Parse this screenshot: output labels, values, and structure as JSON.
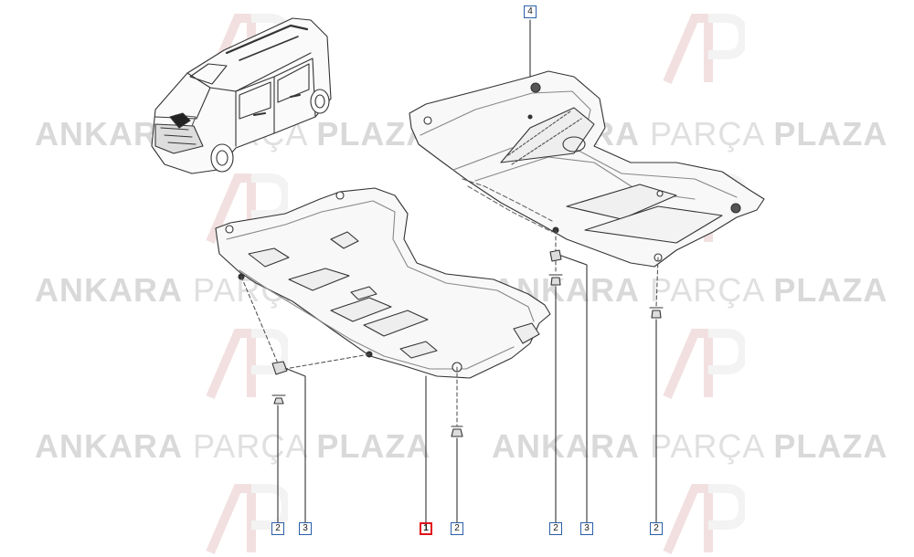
{
  "watermark": {
    "brand_bold_1": "ANKARA",
    "brand_light": "PARÇA",
    "brand_bold_2": "PLAZA",
    "logo_icon": "ap-monogram-logo",
    "color": "#d9d9d9"
  },
  "callouts": {
    "top_plate": "4",
    "left_stud": "2",
    "left_clip": "3",
    "main_plate": "1",
    "main_stud": "2",
    "right_stud_a": "2",
    "right_clip": "3",
    "right_stud_b": "2"
  },
  "colors": {
    "line": "#333333",
    "callout_border": "#2a5fa8",
    "highlight": "#e0101a"
  }
}
